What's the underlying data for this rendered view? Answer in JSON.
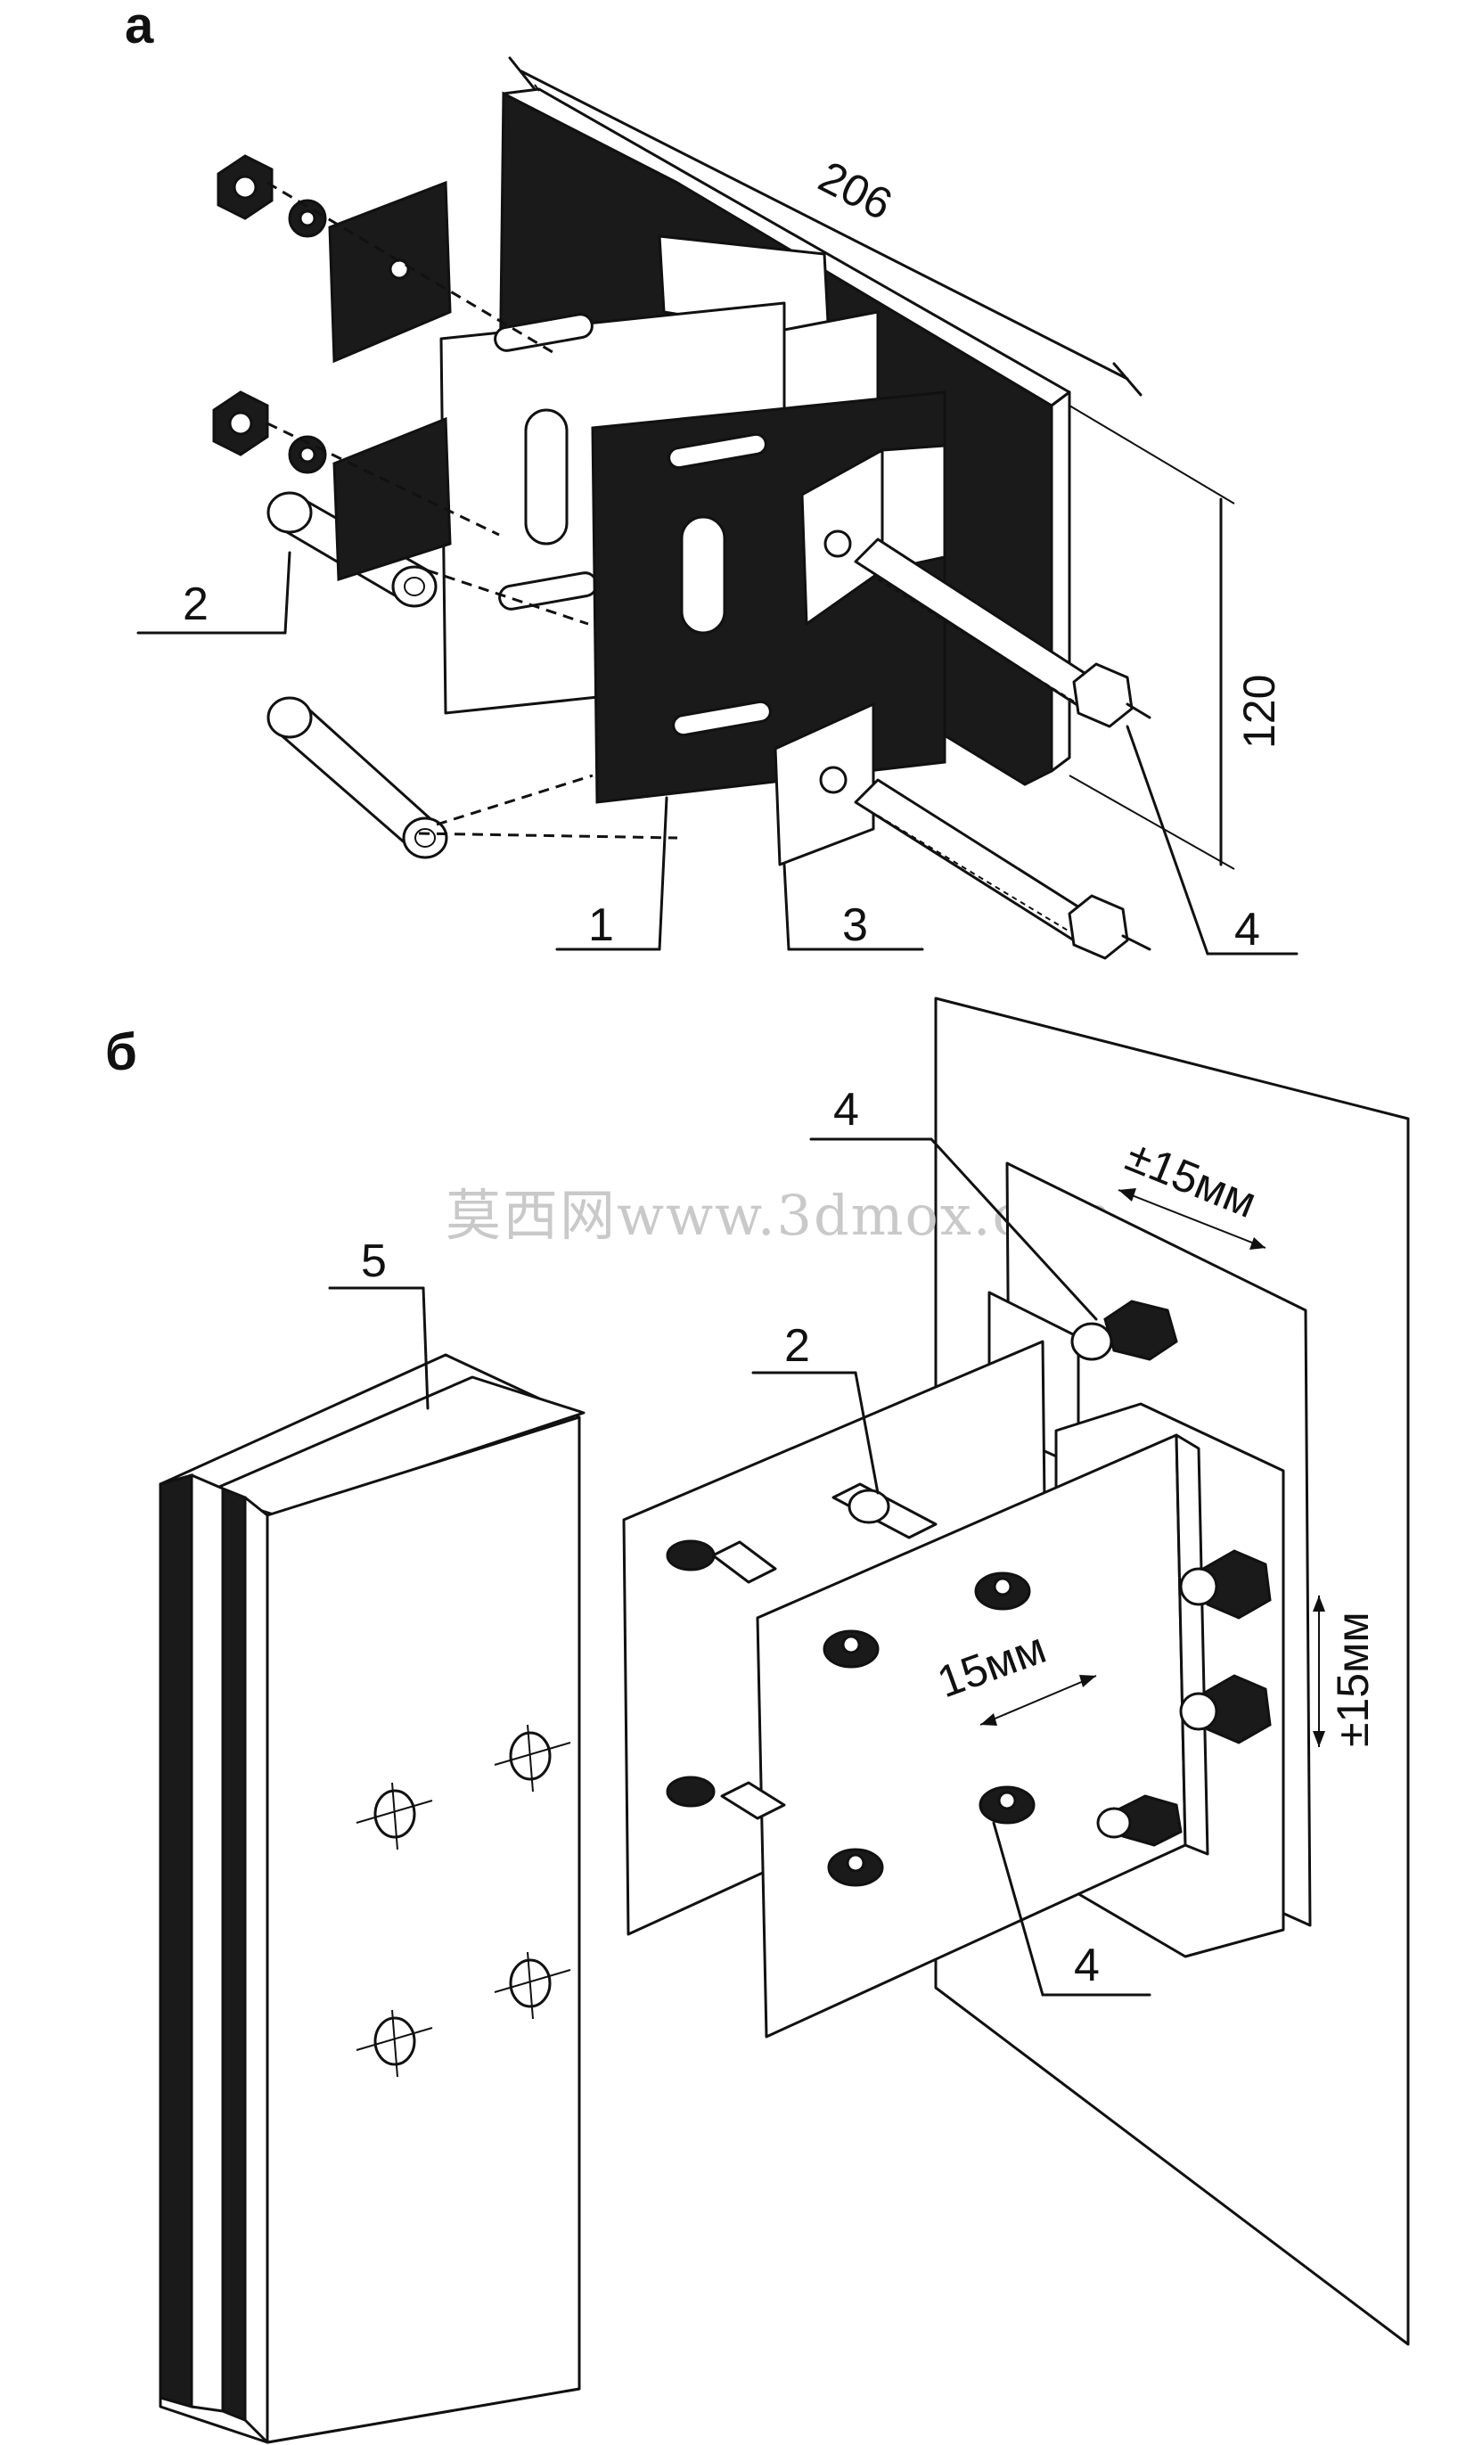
{
  "panels": {
    "a": {
      "letter": "а"
    },
    "b": {
      "letter": "б"
    }
  },
  "dimensions": {
    "width": "206",
    "height": "120",
    "adj_horizontal": "±15мм",
    "adj_vertical": "±15мм",
    "slot_travel": "15мм"
  },
  "callouts": {
    "a_1": "1",
    "a_2": "2",
    "a_3": "3",
    "a_4": "4",
    "b_5": "5",
    "b_2": "2",
    "b_4_top": "4",
    "b_4_bottom": "4"
  },
  "watermark": "莫西网www.3dmox.com"
}
